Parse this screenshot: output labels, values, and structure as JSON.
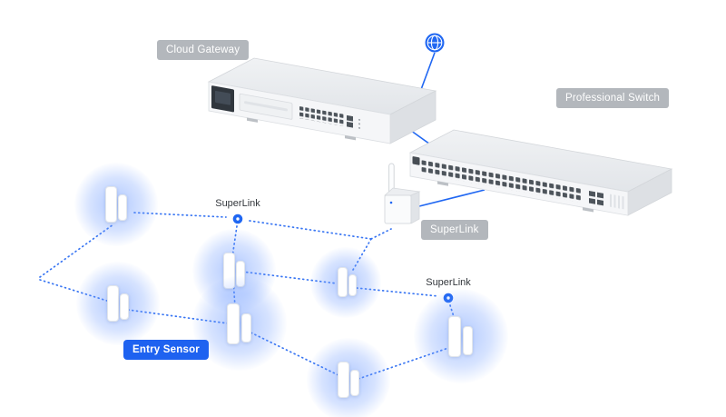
{
  "diagram": {
    "badges": {
      "cloud_gateway": "Cloud Gateway",
      "professional_switch": "Professional Switch",
      "superlink_device": "SuperLink",
      "entry_sensor": "Entry Sensor"
    },
    "mesh_labels": {
      "superlink_node_1": "SuperLink",
      "superlink_node_2": "SuperLink"
    },
    "devices": {
      "gateway": "cloud-gateway",
      "switch": "professional-switch",
      "wireless_bridge": "superlink-antenna",
      "entry_sensor_count": 7
    },
    "icons": {
      "globe": "globe-icon",
      "superlink_node": "superlink-node-dot-icon"
    },
    "colors": {
      "accent_blue": "#2067f2",
      "badge_gray": "#b3b7bc",
      "entry_sensor_blue": "#1e62f0",
      "dotted_line_blue": "#2e6ff2",
      "device_silver_top": "#e9ebee",
      "device_silver_front": "#f5f6f8",
      "sensor_glow_blue": "#6e9bff",
      "port_dark": "#4d545b"
    }
  }
}
